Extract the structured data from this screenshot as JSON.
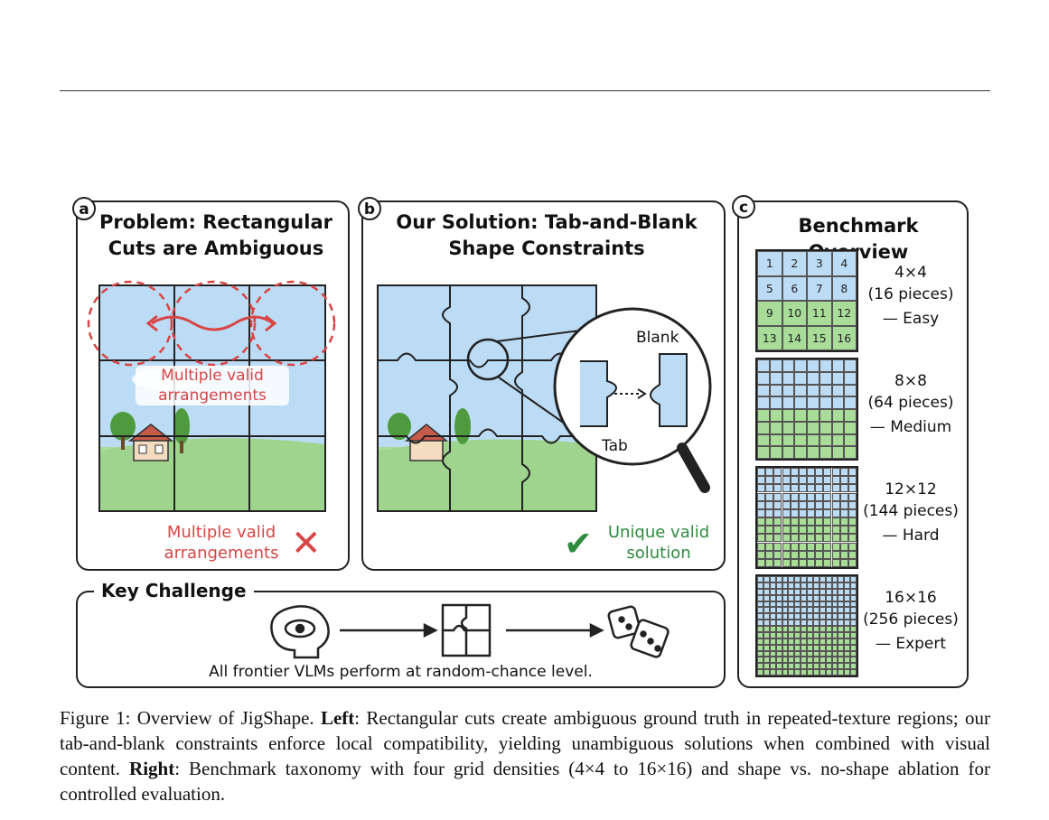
{
  "panels": {
    "a": {
      "badge": "a",
      "title_line1": "Problem: Rectangular",
      "title_line2": "Cuts are Ambiguous",
      "inner_label_line1": "Multiple valid",
      "inner_label_line2": "arrangements",
      "bottom_label_line1": "Multiple valid",
      "bottom_label_line2": "arrangements",
      "mark": "✕"
    },
    "b": {
      "badge": "b",
      "title_line1": "Our Solution: Tab-and-Blank",
      "title_line2": "Shape Constraints",
      "blank_label": "Blank",
      "tab_label": "Tab",
      "bottom_label_line1": "Unique valid",
      "bottom_label_line2": "solution",
      "mark": "✔"
    },
    "c": {
      "badge": "c",
      "title": "Benchmark Overview",
      "levels": [
        {
          "grid": "4×4",
          "pieces": "(16 pieces)",
          "difficulty": "— Easy",
          "n": 4
        },
        {
          "grid": "8×8",
          "pieces": "(64 pieces)",
          "difficulty": "— Medium",
          "n": 8
        },
        {
          "grid": "12×12",
          "pieces": "(144 pieces)",
          "difficulty": "— Hard",
          "n": 12
        },
        {
          "grid": "16×16",
          "pieces": "(256 pieces)",
          "difficulty": "— Expert",
          "n": 16
        }
      ]
    },
    "key": {
      "title": "Key Challenge",
      "text": "All frontier VLMs perform at random-chance level."
    }
  },
  "caption": {
    "prefix": "Figure 1: Overview of JigShape. ",
    "left_label": "Left",
    "left_text": ": Rectangular cuts create ambiguous ground truth in repeated-texture regions; our tab-and-blank constraints enforce local compatibility, yielding unambiguous solutions when combined with visual content. ",
    "right_label": "Right",
    "right_text": ": Benchmark taxonomy with four grid densities (4×4 to 16×16) and shape vs. no-shape ablation for controlled evaluation."
  },
  "colors": {
    "sky": "#bcdcf5",
    "grass": "#a8dc98",
    "red": "#d84545",
    "green": "#2e8b3f",
    "ink": "#222222"
  }
}
